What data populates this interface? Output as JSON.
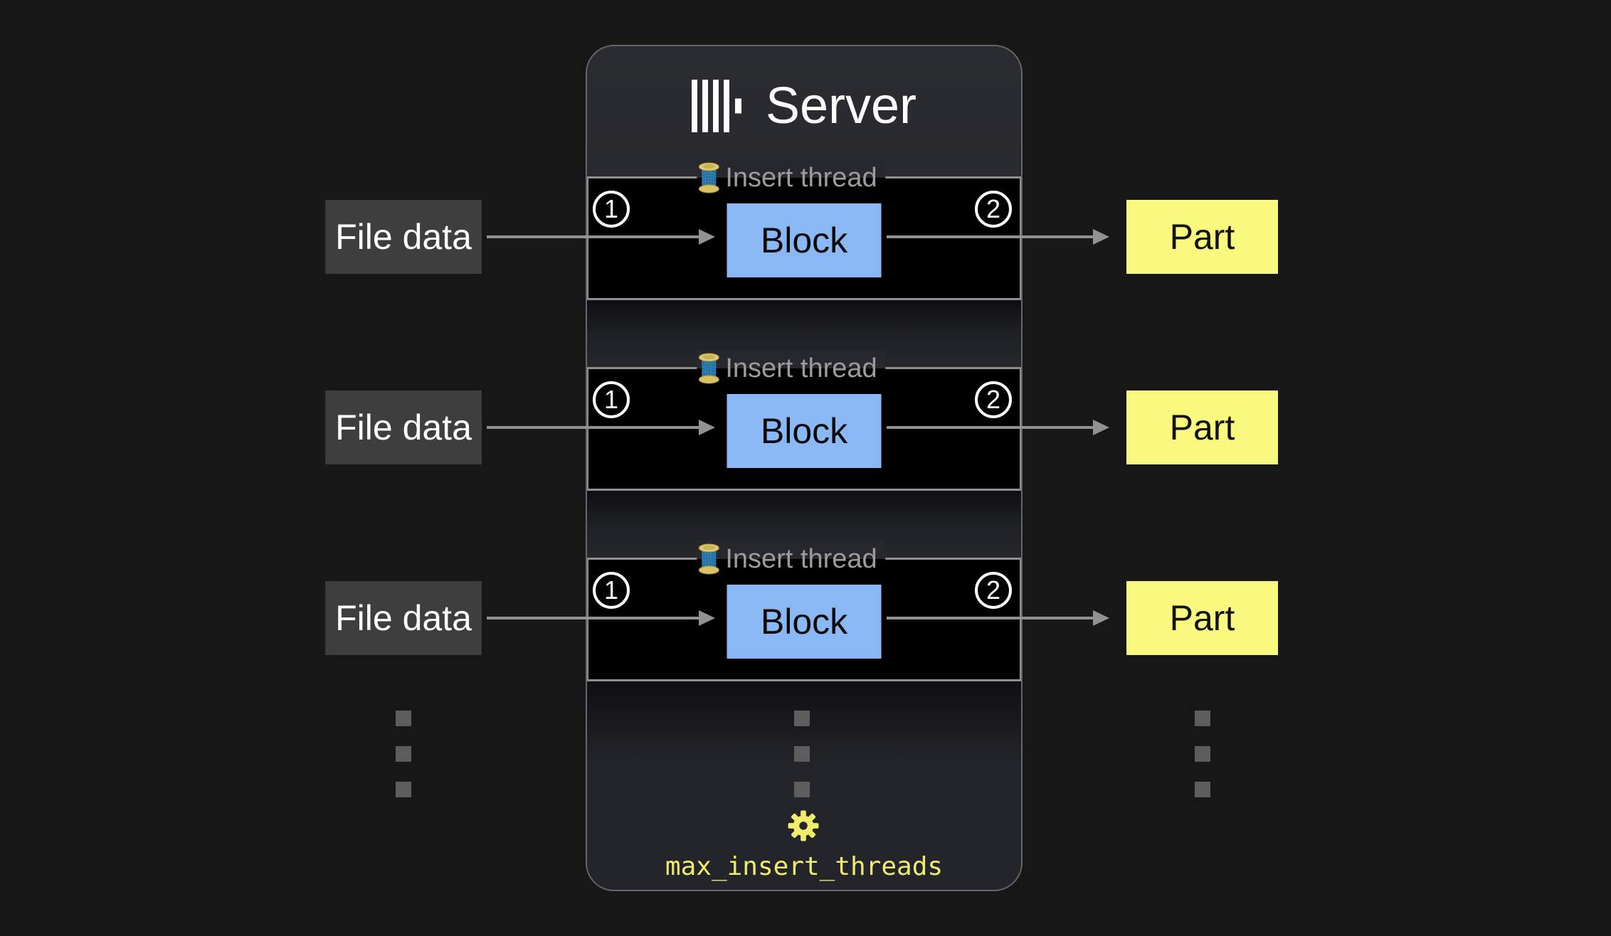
{
  "diagram": {
    "title": "Server",
    "logo_icon": "clickhouse-bars-logo",
    "setting": {
      "icon": "gear-icon",
      "label": "max_insert_threads"
    }
  },
  "rows": [
    {
      "file_label": "File data",
      "thread_icon": "thread-spool-icon",
      "thread_label": "Insert thread",
      "step_in": "1",
      "step_out": "2",
      "block_label": "Block",
      "part_label": "Part"
    },
    {
      "file_label": "File data",
      "thread_icon": "thread-spool-icon",
      "thread_label": "Insert thread",
      "step_in": "1",
      "step_out": "2",
      "block_label": "Block",
      "part_label": "Part"
    },
    {
      "file_label": "File data",
      "thread_icon": "thread-spool-icon",
      "thread_label": "Insert thread",
      "step_in": "1",
      "step_out": "2",
      "block_label": "Block",
      "part_label": "Part"
    }
  ],
  "ellipsis": {
    "columns": [
      "file-data-column",
      "insert-thread-column",
      "part-column"
    ],
    "dots_per_column": 3
  },
  "colors": {
    "page_bg": "#171717",
    "server_bg": "#27282c",
    "thread_box_bg": "#000000",
    "block_blue": "#89b8f4",
    "part_yellow": "#f8f97e",
    "file_gray": "#3e3e3e",
    "setting_yellow": "#efec6e",
    "legend_gray": "#9c9c9c",
    "arrow_gray": "#929292"
  }
}
